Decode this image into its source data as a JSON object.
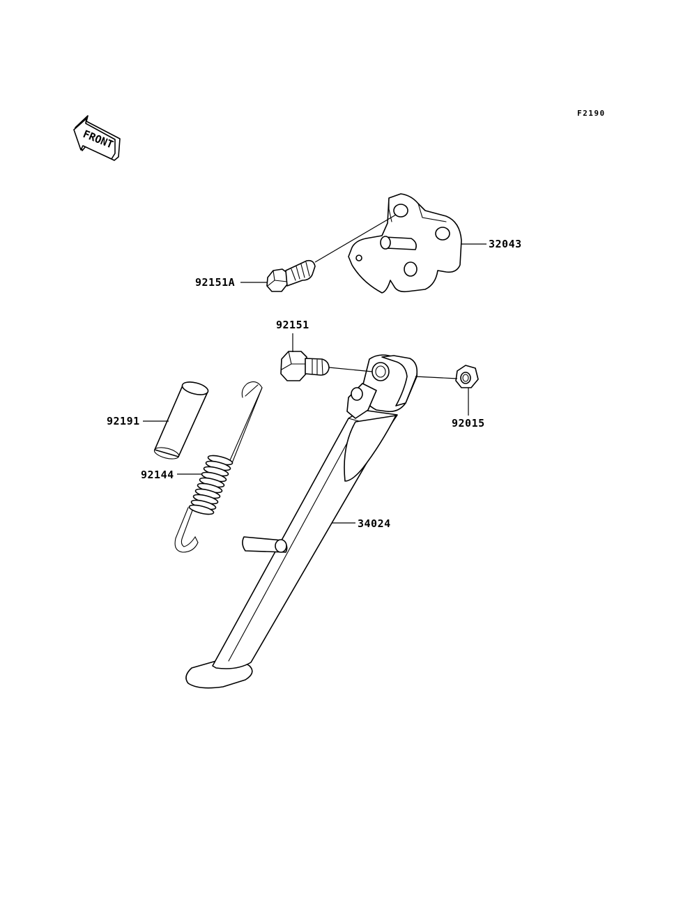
{
  "figure_code": "F2190",
  "front_label": "FRONT",
  "parts": [
    {
      "number": "32043"
    },
    {
      "number": "92151A"
    },
    {
      "number": "92151"
    },
    {
      "number": "92015"
    },
    {
      "number": "92191"
    },
    {
      "number": "92144"
    },
    {
      "number": "34024"
    }
  ]
}
